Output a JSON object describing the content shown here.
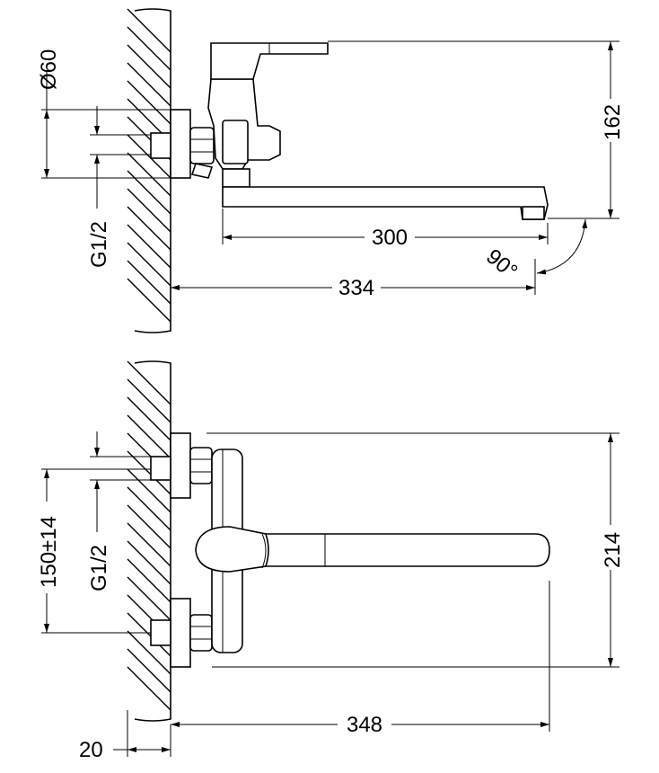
{
  "side_view": {
    "diameter_label": "Ø60",
    "thread_label": "G1/2",
    "height_label": "162",
    "spout_label": "300",
    "angle_label": "90°",
    "depth_label": "334"
  },
  "front_view": {
    "spacing_label": "150±14",
    "thread_label": "G1/2",
    "height_label": "214",
    "depth_label": "348",
    "wall_label": "20"
  }
}
